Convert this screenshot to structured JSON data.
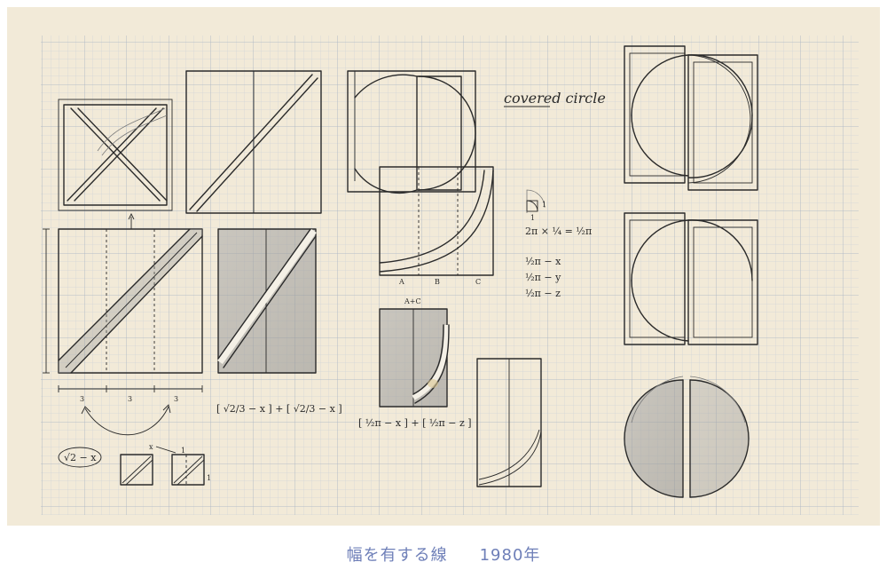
{
  "drawing": {
    "title": "covered circle",
    "annotations": {
      "ticks": [
        "3",
        "3",
        "3"
      ],
      "formula_left": "[ √2/3 − x ] + [ √2/3 − x ]",
      "formula_mid": "[ ½π − x ] + [ ½π − z ]",
      "root_label": "√2 − x",
      "pi_formula": "2π × ¼ = ½π",
      "pi_list": [
        "½π − x",
        "½π − y",
        "½π − z"
      ],
      "abc": [
        "A",
        "B",
        "C"
      ],
      "apc": "A+C",
      "small_x": "x",
      "small_one_a": "1",
      "small_one_b": "1",
      "small_one_c": "1",
      "small_one_d": "1"
    }
  },
  "caption": {
    "title": "幅を有する線",
    "year": "1980年"
  },
  "colors": {
    "paper": "#f2ead8",
    "grid": "#b9c3cf",
    "ink": "#2a2a2a",
    "caption": "#6e7fb8"
  }
}
